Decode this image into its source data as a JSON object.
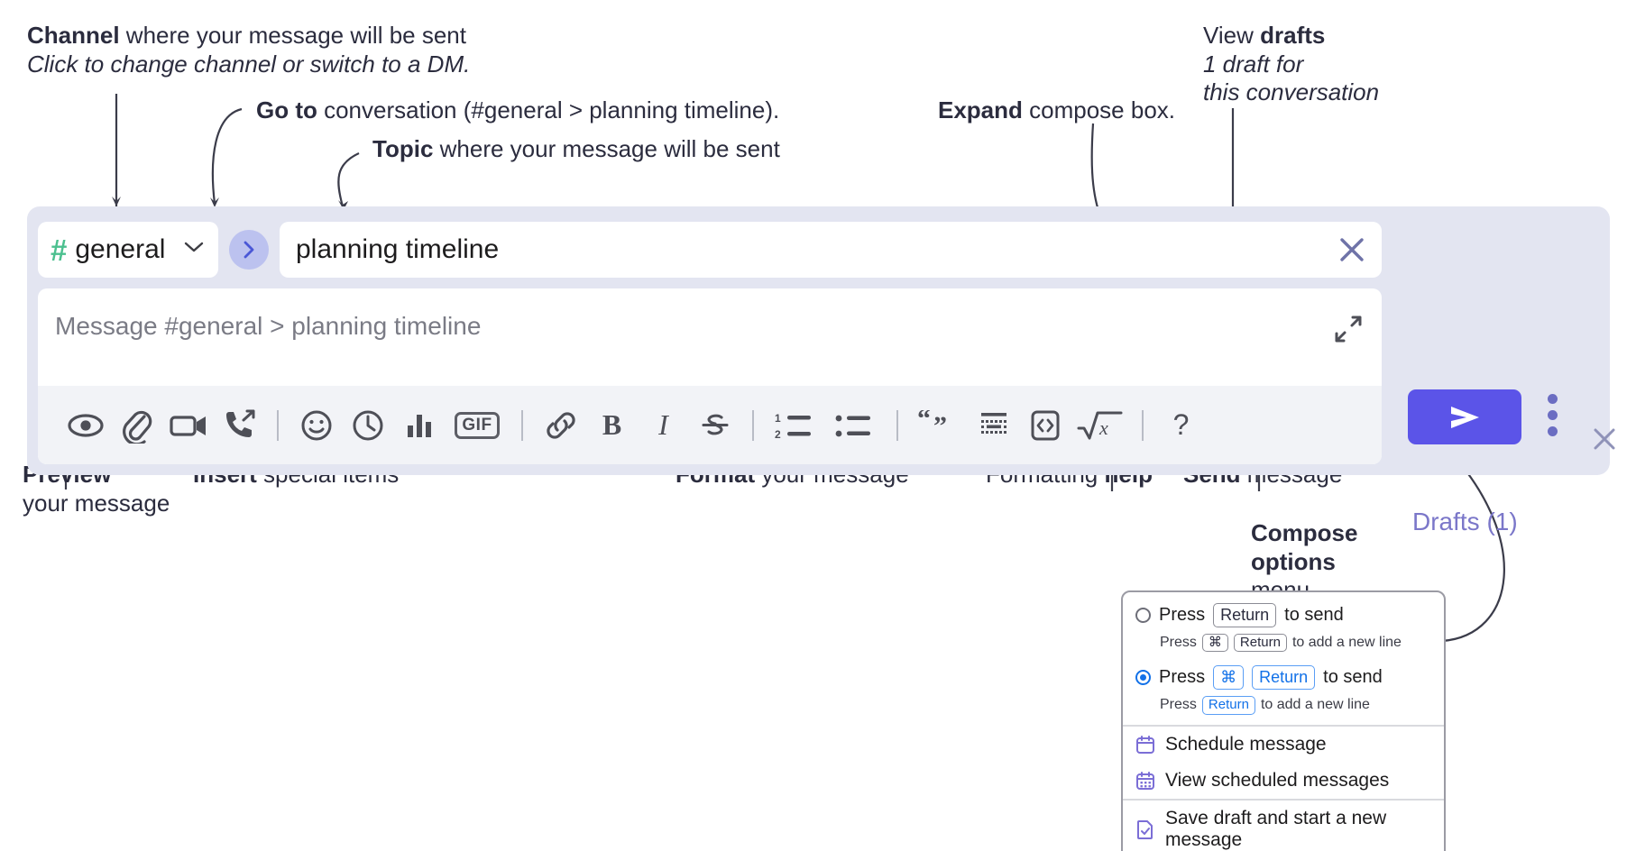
{
  "annotations": {
    "channel_title_bold": "Channel",
    "channel_title_rest": " where your message will be sent",
    "channel_sub": "Click to change channel or switch to a DM.",
    "goto_bold": "Go to",
    "goto_rest": " conversation (#general > planning timeline).",
    "topic_bold": "Topic",
    "topic_rest": " where your message will be sent",
    "expand_bold": "Expand",
    "expand_rest": " compose box.",
    "drafts_view": "View ",
    "drafts_bold": "drafts",
    "drafts_sub1": "1 draft for",
    "drafts_sub2": "this conversation",
    "preview_bold": "Preview",
    "preview_sub": "your message",
    "insert_bold": "Insert",
    "insert_rest": " special items",
    "format_bold": "Format",
    "format_rest": " your message",
    "formatting_help_pre": "Formatting ",
    "formatting_help_bold": "help",
    "send_bold": "Send",
    "send_rest": " message",
    "compose_options_bold1": "Compose",
    "compose_options_bold2": "options",
    "compose_options_rest": "menu"
  },
  "compose": {
    "channel_icon": "hash-icon",
    "channel_name": "general",
    "channel_chevron": "chevron-down-icon",
    "goto_icon": "chevron-right-icon",
    "topic_value": "planning timeline",
    "topic_clear_icon": "close-icon",
    "message_placeholder": "Message #general > planning timeline",
    "expand_icon": "expand-icon",
    "drafts_label": "Drafts (1)",
    "panel_close_icon": "close-icon",
    "send_icon": "send-icon",
    "kebab_icon": "more-vertical-icon",
    "toolbar": [
      {
        "name": "preview-icon",
        "label": "Preview"
      },
      {
        "name": "attachment-icon",
        "label": "Attach file"
      },
      {
        "name": "video-icon",
        "label": "Record video clip"
      },
      {
        "name": "audio-call-icon",
        "label": "Record audio clip"
      },
      {
        "name": "separator",
        "label": ""
      },
      {
        "name": "emoji-icon",
        "label": "Emoji"
      },
      {
        "name": "clock-icon",
        "label": "Reminder"
      },
      {
        "name": "poll-icon",
        "label": "Poll"
      },
      {
        "name": "gif-icon",
        "label": "GIF"
      },
      {
        "name": "separator",
        "label": ""
      },
      {
        "name": "link-icon",
        "label": "Link"
      },
      {
        "name": "bold-icon",
        "label": "B"
      },
      {
        "name": "italic-icon",
        "label": "I"
      },
      {
        "name": "strikethrough-icon",
        "label": "S"
      },
      {
        "name": "separator",
        "label": ""
      },
      {
        "name": "ordered-list-icon",
        "label": "Ordered list"
      },
      {
        "name": "bulleted-list-icon",
        "label": "Bulleted list"
      },
      {
        "name": "separator",
        "label": ""
      },
      {
        "name": "blockquote-icon",
        "label": "Blockquote"
      },
      {
        "name": "code-block-icon",
        "label": "Code block"
      },
      {
        "name": "code-icon",
        "label": "Code"
      },
      {
        "name": "math-icon",
        "label": "Math"
      },
      {
        "name": "separator",
        "label": ""
      },
      {
        "name": "help-icon",
        "label": "?"
      }
    ]
  },
  "options_menu": {
    "option1": {
      "selected": false,
      "press": "Press",
      "key1": "Return",
      "tail": "to send",
      "sub_press": "Press",
      "sub_key1": "⌘",
      "sub_key2": "Return",
      "sub_tail": "to add a new line"
    },
    "option2": {
      "selected": true,
      "press": "Press",
      "key1": "⌘",
      "key2": "Return",
      "tail": "to send",
      "sub_press": "Press",
      "sub_key1": "Return",
      "sub_tail": "to add a new line"
    },
    "items": [
      {
        "icon": "calendar-icon",
        "label": "Schedule message"
      },
      {
        "icon": "calendar-grid-icon",
        "label": "View scheduled messages"
      },
      {
        "icon": "save-draft-icon",
        "label": "Save draft and start a new message"
      }
    ]
  },
  "colors": {
    "panel_bg": "#e3e5f1",
    "send_button": "#5b54e8",
    "hash_green": "#4cc08f",
    "drafts_purple": "#7b77c9",
    "goto_circle": "#bcc2ef",
    "radio_blue": "#1271e8"
  }
}
